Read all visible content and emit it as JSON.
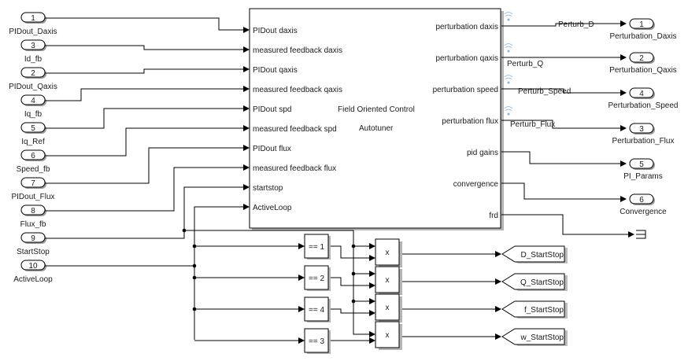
{
  "diagram": {
    "type": "simulink-subsystem",
    "inports": [
      {
        "number": "1",
        "name": "PIDout_Daxis"
      },
      {
        "number": "3",
        "name": "Id_fb"
      },
      {
        "number": "2",
        "name": "PIDout_Qaxis"
      },
      {
        "number": "4",
        "name": "Iq_fb"
      },
      {
        "number": "5",
        "name": "Iq_Ref"
      },
      {
        "number": "6",
        "name": "Speed_fb"
      },
      {
        "number": "7",
        "name": "PIDout_Flux"
      },
      {
        "number": "8",
        "name": "Flux_fb"
      },
      {
        "number": "9",
        "name": "StartStop"
      },
      {
        "number": "10",
        "name": "ActiveLoop"
      }
    ],
    "main_block": {
      "title_line1": "Field Oriented Control",
      "title_line2": "Autotuner",
      "input_ports": [
        "PIDout daxis",
        "measured feedback daxis",
        "PIDout qaxis",
        "measured feedback qaxis",
        "PIDout spd",
        "measured feedback spd",
        "PIDout flux",
        "measured feedback flux",
        "startstop",
        "ActiveLoop"
      ],
      "output_ports": [
        "perturbation daxis",
        "perturbation qaxis",
        "perturbation speed",
        "perturbation flux",
        "pid gains",
        "convergence",
        "frd"
      ]
    },
    "signal_labels": [
      "Perturb_D",
      "Perturb_Q",
      "Perturb_Speed",
      "Perturb_Flux"
    ],
    "outports": [
      {
        "number": "1",
        "name": "Perturbation_Daxis"
      },
      {
        "number": "2",
        "name": "Perturbation_Qaxis"
      },
      {
        "number": "4",
        "name": "Perturbation_Speed"
      },
      {
        "number": "3",
        "name": "Perturbation_Flux"
      },
      {
        "number": "5",
        "name": "PI_Params"
      },
      {
        "number": "6",
        "name": "Convergence"
      }
    ],
    "compare_blocks": [
      "== 1",
      "== 2",
      "== 4",
      "== 3"
    ],
    "product_blocks": [
      "x",
      "x",
      "x",
      "x"
    ],
    "goto_tags": [
      "D_StartStop",
      "Q_StartStop",
      "f_StartStop",
      "w_StartStop"
    ],
    "terminator": "frd-terminator",
    "colors": {
      "wire": "#000000",
      "shadow": "#b5b5b5",
      "signal_logging_icon": "#8fb4d9"
    }
  }
}
